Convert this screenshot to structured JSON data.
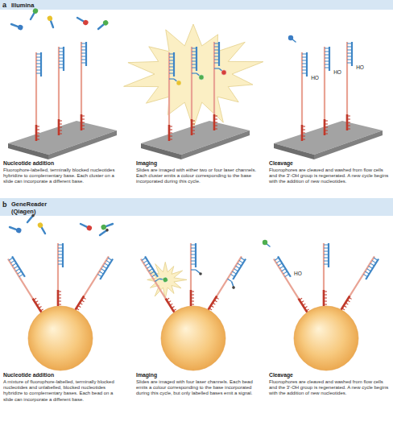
{
  "diagram": {
    "labels": [
      "a",
      "Illumina",
      "Nucleotide addition",
      "Fluorophore-labelled, terminally blocked nucleotides hybridize to complementary base. Each cluster on a slide can incorporate a different base.",
      "Imaging",
      "Slides are imaged with either two or four laser channels. Each cluster emits a colour corresponding to the base incorporated during this cycle.",
      "Cleavage",
      "Fluorophores are cleaved and washed from flow cells and the 3′-OH group is regenerated. A new cycle begins with the addition of new nucleotides.",
      "HO",
      "HO",
      "HO",
      "b",
      "GeneReader (Qiagen)",
      "Nucleotide addition",
      "A mixture of fluorophore-labelled, terminally blocked nucleotides and unlabelled, blocked nucleotides hybridize to complementary bases. Each bead on a slide can incorporate a different base.",
      "Imaging",
      "Slides are imaged with four laser channels. Each bead emits a colour corresponding to the base incorporated during this cycle, but only labelled bases emit a signal.",
      "Cleavage",
      "Fluorophores are cleaved and washed from flow cells and the 3′-OH group is regenerated. A new cycle begins with the addition of new nucleotides.",
      "HO"
    ]
  }
}
